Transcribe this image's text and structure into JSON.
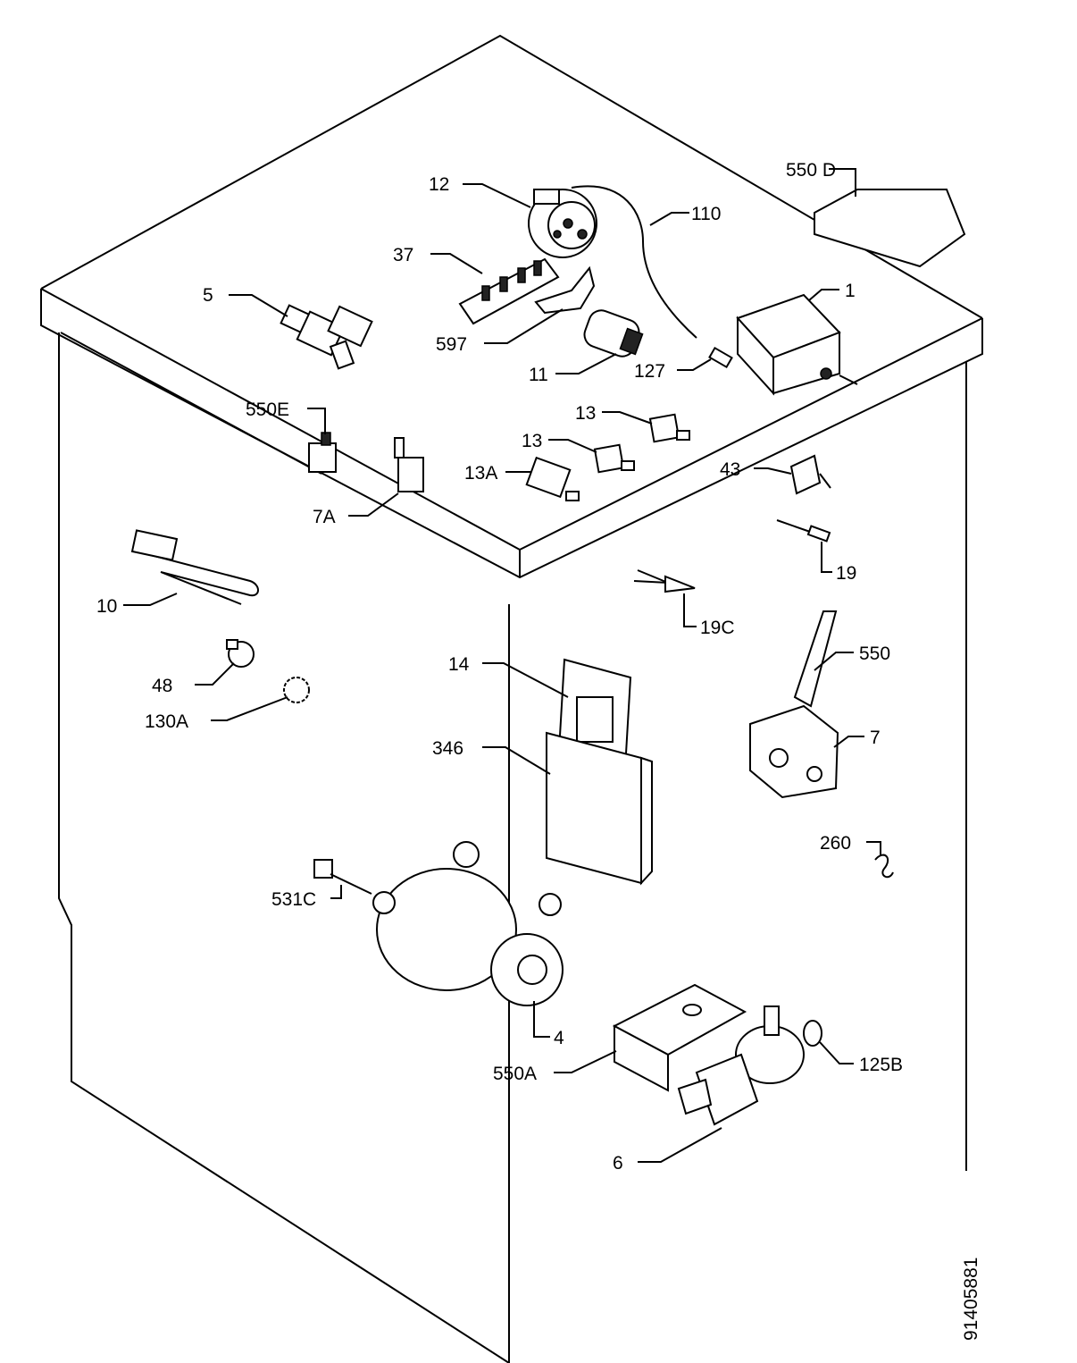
{
  "labels": {
    "l12": "12",
    "l110": "110",
    "l37": "37",
    "l5": "5",
    "l597": "597",
    "l11": "11",
    "l127": "127",
    "l1": "1",
    "l550d": "550 D",
    "l550e": "550E",
    "l7a": "7A",
    "l13a": "13",
    "l13b": "13",
    "l13c": "13A",
    "l43": "43",
    "l19": "19",
    "l19c": "19C",
    "l10": "10",
    "l48": "48",
    "l130a": "130A",
    "l14": "14",
    "l346": "346",
    "l550": "550",
    "l7": "7",
    "l260": "260",
    "l531c": "531C",
    "l4": "4",
    "l550a": "550A",
    "l125b": "125B",
    "l6": "6"
  },
  "drawing_number": "91405881"
}
